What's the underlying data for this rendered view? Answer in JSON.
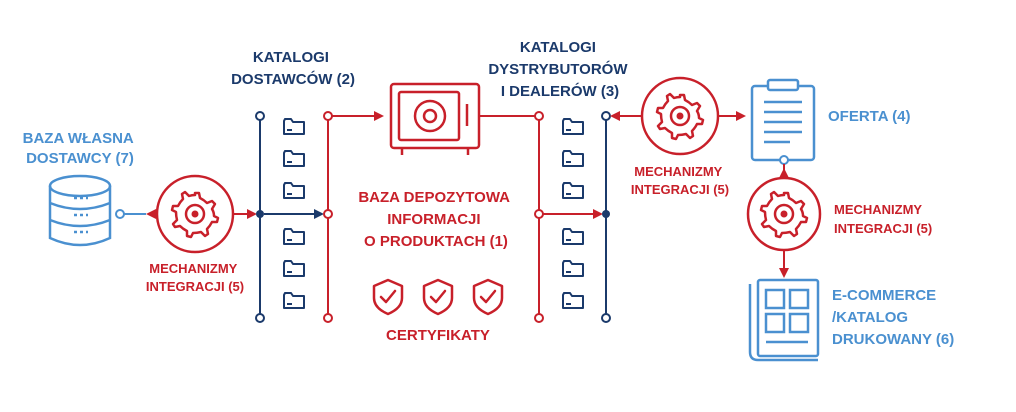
{
  "colors": {
    "red": "#c8202a",
    "navy": "#1b3a6b",
    "blue": "#4a90d0",
    "white": "#ffffff"
  },
  "labels": {
    "baza_wlasna": [
      "BAZA WŁASNA",
      "DOSTAWCY (7)"
    ],
    "katalogi_dostawcow": [
      "KATALOGI",
      "DOSTAWCÓW (2)"
    ],
    "katalogi_dystrybutorow": [
      "KATALOGI",
      "DYSTRYBUTORÓW",
      "I DEALERÓW (3)"
    ],
    "baza_depozytowa": [
      "BAZA DEPOZYTOWA",
      "INFORMACJI",
      "O PRODUKTACH (1)"
    ],
    "certyfikaty": "CERTYFIKATY",
    "oferta": "OFERTA (4)",
    "mechanizmy_left": [
      "MECHANIZMY",
      "INTEGRACJI (5)"
    ],
    "mechanizmy_mid": [
      "MECHANIZMY",
      "INTEGRACJI (5)"
    ],
    "mechanizmy_right": [
      "MECHANIZMY",
      "INTEGRACJI (5)"
    ],
    "ecommerce": [
      "E-COMMERCE",
      "/KATALOG",
      "DRUKOWANY (6)"
    ]
  },
  "icons": [
    "database-icon",
    "gear-icon",
    "folder-icon",
    "safe-icon",
    "shield-check-icon",
    "document-icon",
    "catalog-icon"
  ]
}
